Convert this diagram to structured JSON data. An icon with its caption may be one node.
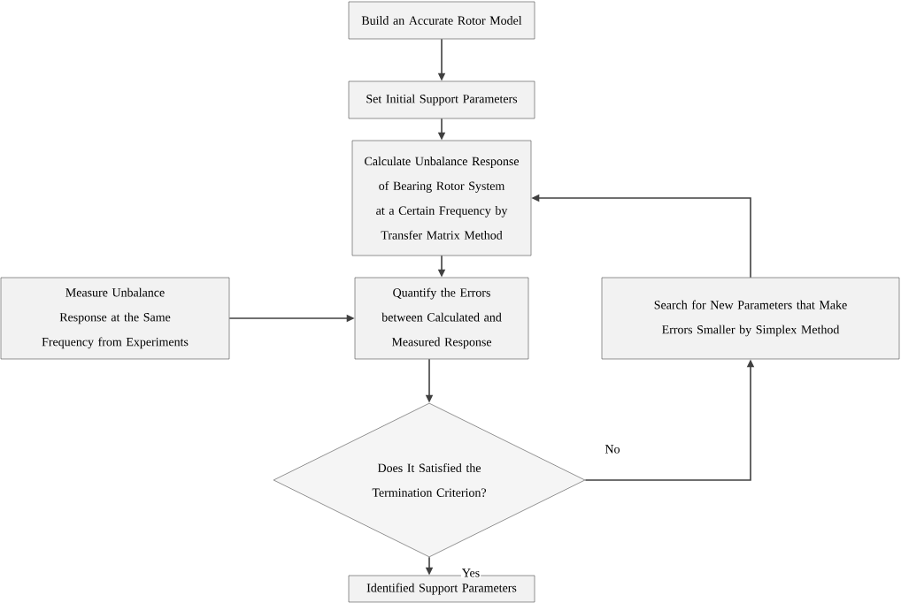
{
  "diagram": {
    "nodes": [
      {
        "text": [
          "Build an Accurate Rotor Model"
        ]
      },
      {
        "text": [
          "Set Initial Support Parameters"
        ]
      },
      {
        "text": [
          "Calculate Unbalance Response of Bearing Rotor System at a Certain Frequency by Transfer Matrix Method"
        ]
      },
      {
        "text": [
          "Quantify the Errors between Calculated and Measured Response"
        ]
      },
      {
        "text": [
          "Measure Unbalance Response at the Same Frequency from Experiments"
        ]
      },
      {
        "text": [
          "Does It Satisfied the Termination Criterion?"
        ]
      },
      {
        "text": [
          "Search for New Parameters that Make Errors Smaller by Simplex Method"
        ]
      },
      {
        "text": [
          "Identified Support Parameters"
        ]
      }
    ],
    "edges": [
      {
        "from": 0,
        "to": 1,
        "arrow": "to"
      },
      {
        "from": 1,
        "to": 2,
        "arrow": "to"
      },
      {
        "from": 2,
        "to": 3,
        "arrow": "to"
      },
      {
        "from": 4,
        "to": 3,
        "arrow": "to"
      },
      {
        "from": 3,
        "to": 5,
        "arrow": "to"
      },
      {
        "from": 5,
        "to": 6,
        "label": "No",
        "arrow": "to"
      },
      {
        "from": 6,
        "to": 2,
        "arrow": "to"
      },
      {
        "from": 5,
        "to": 7,
        "label": "Yes",
        "arrow": "to"
      }
    ]
  }
}
